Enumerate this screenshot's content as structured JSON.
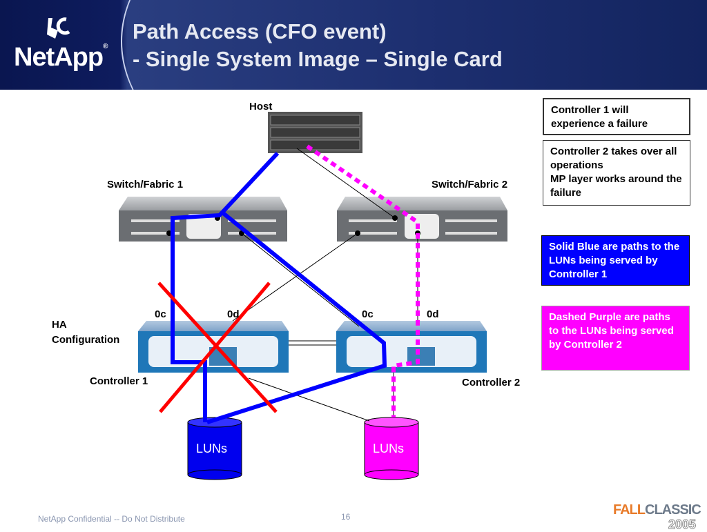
{
  "header": {
    "logo": "NetApp",
    "title_line1": "Path Access (CFO event)",
    "title_line2": " - Single System Image – Single Card"
  },
  "diagram": {
    "host": "Host",
    "switch1": "Switch/Fabric 1",
    "switch2": "Switch/Fabric 2",
    "ctrl1_port_0c": "0c",
    "ctrl1_port_0d": "0d",
    "ctrl2_port_0c": "0c",
    "ctrl2_port_0d": "0d",
    "ha_label": "HA",
    "ha_label2": "Configuration",
    "controller1": "Controller 1",
    "controller2": "Controller 2",
    "lun1": "LUNs",
    "lun2": "LUNs"
  },
  "notes": {
    "overlay_a": "Controller 1 will experience a failure",
    "overlay_b": "Controller 2 takes over all operations",
    "overlay_b2": "MP layer works around the failure",
    "blue": "Solid Blue are paths to the LUNs being served by Controller 1",
    "purple": "Dashed Purple are paths to the LUNs being served by Controller 2"
  },
  "colors": {
    "blue_path": "#0000ff",
    "purple_path": "#ff00ff",
    "failure_x": "#ff0000",
    "header": "#1d2f70"
  },
  "footer": {
    "confidential": "NetApp Confidential -- Do Not Distribute",
    "page": "16",
    "brand_a": "FALL",
    "brand_b": "CLASSIC",
    "brand_year": "2005"
  }
}
